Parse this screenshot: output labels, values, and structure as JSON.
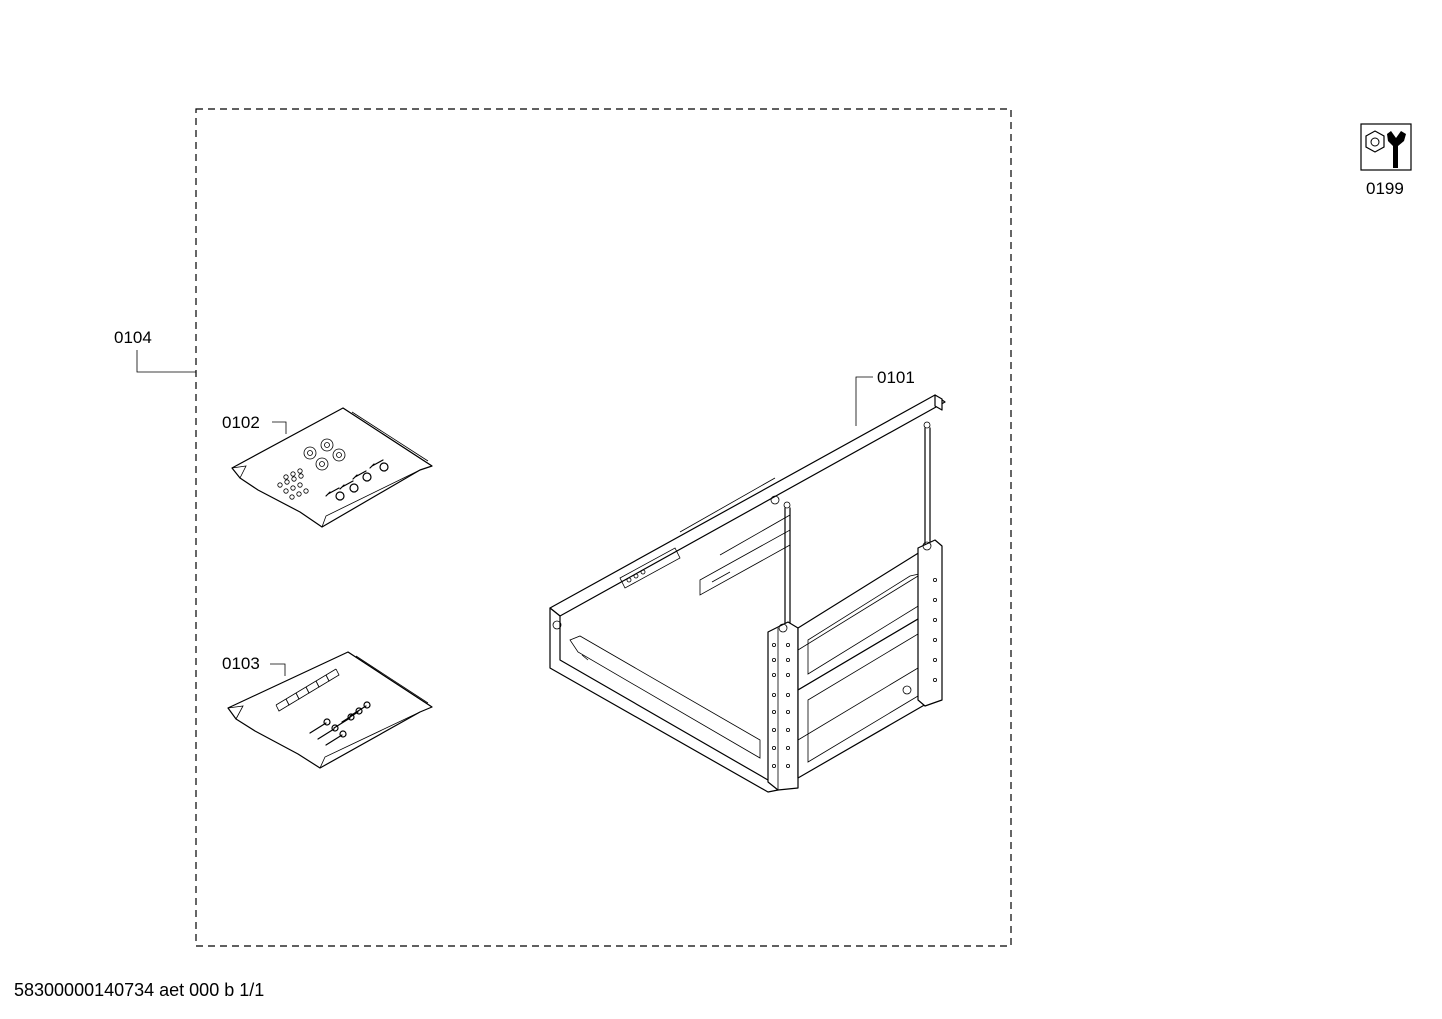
{
  "parts": {
    "p0101": "0101",
    "p0102": "0102",
    "p0103": "0103",
    "p0104": "0104",
    "p0199": "0199"
  },
  "footer": "58300000140734 aet 000 b 1/1",
  "icons": {
    "service": "nut-wrench-icon"
  }
}
